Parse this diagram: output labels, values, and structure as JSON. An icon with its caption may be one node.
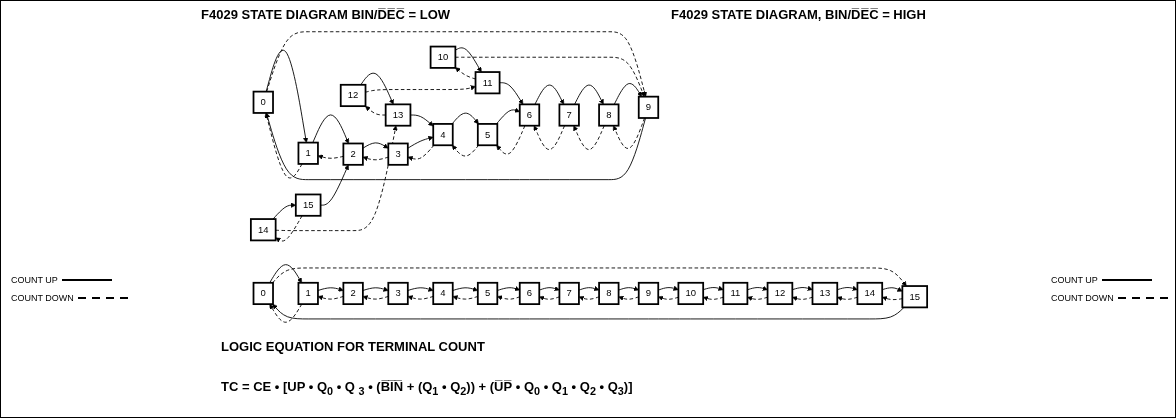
{
  "diagram": {
    "nodes": [
      {
        "text": [
          "0"
        ]
      },
      {
        "text": [
          "1"
        ]
      },
      {
        "text": [
          "2"
        ]
      },
      {
        "text": [
          "3"
        ]
      },
      {
        "text": [
          "4"
        ]
      },
      {
        "text": [
          "5"
        ]
      },
      {
        "text": [
          "6"
        ]
      },
      {
        "text": [
          "7"
        ]
      },
      {
        "text": [
          "8"
        ]
      },
      {
        "text": [
          "9"
        ]
      },
      {
        "text": [
          "10"
        ]
      },
      {
        "text": [
          "11"
        ]
      },
      {
        "text": [
          "12"
        ]
      },
      {
        "text": [
          "13"
        ]
      },
      {
        "text": [
          "14"
        ]
      },
      {
        "text": [
          "15"
        ]
      },
      {
        "text": [
          "0"
        ]
      },
      {
        "text": [
          "1"
        ]
      },
      {
        "text": [
          "2"
        ]
      },
      {
        "text": [
          "3"
        ]
      },
      {
        "text": [
          "4"
        ]
      },
      {
        "text": [
          "5"
        ]
      },
      {
        "text": [
          "6"
        ]
      },
      {
        "text": [
          "7"
        ]
      },
      {
        "text": [
          "8"
        ]
      },
      {
        "text": [
          "9"
        ]
      },
      {
        "text": [
          "10"
        ]
      },
      {
        "text": [
          "11"
        ]
      },
      {
        "text": [
          "12"
        ]
      },
      {
        "text": [
          "13"
        ]
      },
      {
        "text": [
          "14"
        ]
      },
      {
        "text": [
          "15"
        ]
      }
    ],
    "edges": [
      {
        "from": 0,
        "to": 1,
        "arrow": "to"
      },
      {
        "from": 1,
        "to": 2,
        "arrow": "to"
      },
      {
        "from": 2,
        "to": 3,
        "arrow": "to"
      },
      {
        "from": 3,
        "to": 4,
        "arrow": "to"
      },
      {
        "from": 4,
        "to": 5,
        "arrow": "to"
      },
      {
        "from": 5,
        "to": 6,
        "arrow": "to"
      },
      {
        "from": 6,
        "to": 7,
        "arrow": "to"
      },
      {
        "from": 7,
        "to": 8,
        "arrow": "to"
      },
      {
        "from": 8,
        "to": 9,
        "arrow": "to"
      },
      {
        "from": 9,
        "to": 0,
        "arrow": "to"
      },
      {
        "from": 10,
        "to": 11,
        "arrow": "to"
      },
      {
        "from": 11,
        "to": 6,
        "arrow": "to"
      },
      {
        "from": 12,
        "to": 13,
        "arrow": "to"
      },
      {
        "from": 13,
        "to": 4,
        "arrow": "to"
      },
      {
        "from": 14,
        "to": 15,
        "arrow": "to"
      },
      {
        "from": 15,
        "to": 2,
        "arrow": "to"
      },
      {
        "from": 1,
        "to": 0,
        "arrow": "to",
        "style": "dashed"
      },
      {
        "from": 2,
        "to": 1,
        "arrow": "to",
        "style": "dashed"
      },
      {
        "from": 3,
        "to": 2,
        "arrow": "to",
        "style": "dashed"
      },
      {
        "from": 4,
        "to": 3,
        "arrow": "to",
        "style": "dashed"
      },
      {
        "from": 5,
        "to": 4,
        "arrow": "to",
        "style": "dashed"
      },
      {
        "from": 6,
        "to": 5,
        "arrow": "to",
        "style": "dashed"
      },
      {
        "from": 7,
        "to": 6,
        "arrow": "to",
        "style": "dashed"
      },
      {
        "from": 8,
        "to": 7,
        "arrow": "to",
        "style": "dashed"
      },
      {
        "from": 9,
        "to": 8,
        "arrow": "to",
        "style": "dashed"
      },
      {
        "from": 0,
        "to": 9,
        "arrow": "to",
        "style": "dashed"
      },
      {
        "from": 10,
        "to": 9,
        "arrow": "to",
        "style": "dashed"
      },
      {
        "from": 11,
        "to": 10,
        "arrow": "to",
        "style": "dashed"
      },
      {
        "from": 12,
        "to": 11,
        "arrow": "to",
        "style": "dashed"
      },
      {
        "from": 13,
        "to": 12,
        "arrow": "to",
        "style": "dashed"
      },
      {
        "from": 14,
        "to": 13,
        "arrow": "to",
        "style": "dashed"
      },
      {
        "from": 15,
        "to": 14,
        "arrow": "to",
        "style": "dashed"
      },
      {
        "from": 16,
        "to": 17,
        "arrow": "to"
      },
      {
        "from": 17,
        "to": 18,
        "arrow": "to"
      },
      {
        "from": 18,
        "to": 19,
        "arrow": "to"
      },
      {
        "from": 19,
        "to": 20,
        "arrow": "to"
      },
      {
        "from": 20,
        "to": 21,
        "arrow": "to"
      },
      {
        "from": 21,
        "to": 22,
        "arrow": "to"
      },
      {
        "from": 22,
        "to": 23,
        "arrow": "to"
      },
      {
        "from": 23,
        "to": 24,
        "arrow": "to"
      },
      {
        "from": 24,
        "to": 25,
        "arrow": "to"
      },
      {
        "from": 25,
        "to": 26,
        "arrow": "to"
      },
      {
        "from": 26,
        "to": 27,
        "arrow": "to"
      },
      {
        "from": 27,
        "to": 28,
        "arrow": "to"
      },
      {
        "from": 28,
        "to": 29,
        "arrow": "to"
      },
      {
        "from": 29,
        "to": 30,
        "arrow": "to"
      },
      {
        "from": 30,
        "to": 31,
        "arrow": "to"
      },
      {
        "from": 31,
        "to": 16,
        "arrow": "to"
      },
      {
        "from": 17,
        "to": 16,
        "arrow": "to",
        "style": "dashed"
      },
      {
        "from": 18,
        "to": 17,
        "arrow": "to",
        "style": "dashed"
      },
      {
        "from": 19,
        "to": 18,
        "arrow": "to",
        "style": "dashed"
      },
      {
        "from": 20,
        "to": 19,
        "arrow": "to",
        "style": "dashed"
      },
      {
        "from": 21,
        "to": 20,
        "arrow": "to",
        "style": "dashed"
      },
      {
        "from": 22,
        "to": 21,
        "arrow": "to",
        "style": "dashed"
      },
      {
        "from": 23,
        "to": 22,
        "arrow": "to",
        "style": "dashed"
      },
      {
        "from": 24,
        "to": 23,
        "arrow": "to",
        "style": "dashed"
      },
      {
        "from": 25,
        "to": 24,
        "arrow": "to",
        "style": "dashed"
      },
      {
        "from": 26,
        "to": 25,
        "arrow": "to",
        "style": "dashed"
      },
      {
        "from": 27,
        "to": 26,
        "arrow": "to",
        "style": "dashed"
      },
      {
        "from": 28,
        "to": 27,
        "arrow": "to",
        "style": "dashed"
      },
      {
        "from": 29,
        "to": 28,
        "arrow": "to",
        "style": "dashed"
      },
      {
        "from": 30,
        "to": 29,
        "arrow": "to",
        "style": "dashed"
      },
      {
        "from": 31,
        "to": 30,
        "arrow": "to",
        "style": "dashed"
      },
      {
        "from": 16,
        "to": 31,
        "arrow": "to",
        "style": "dashed"
      }
    ],
    "labels": [
      "F4029 STATE DIAGRAM  BIN/D̅E̅C̅ = LOW",
      "F4029 STATE DIAGRAM, BIN/D̅E̅C̅ = HIGH",
      "LOGIC EQUATION FOR TERMINAL COUNT",
      "TC = CE • [UP • Q$_{0}$ • Q $_{3}$ • (B̅I̅N̅ + (Q$_{1}$ • Q$_{2}$)) + (U̅P̅ • Q$_{0}$ • Q$_{1}$ • Q$_{2}$ • Q$_{3}$)]"
    ],
    "legend": [
      {
        "text": "COUNT UP"
      },
      {
        "text": "COUNT DOWN"
      },
      {
        "text": "COUNT UP"
      },
      {
        "text": "COUNT DOWN"
      }
    ]
  }
}
